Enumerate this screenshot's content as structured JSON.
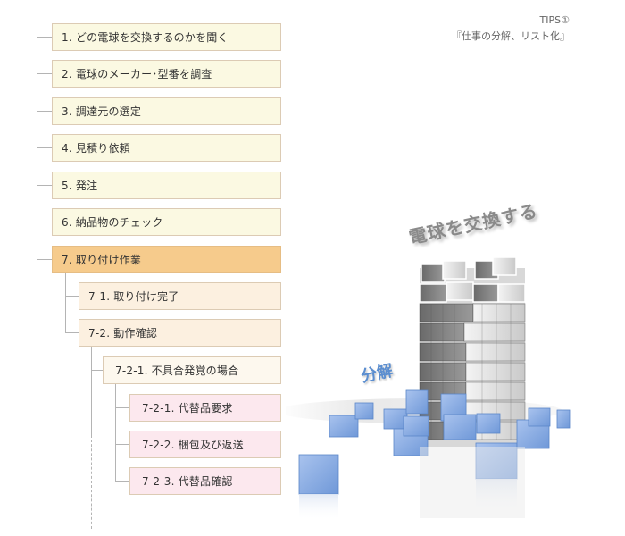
{
  "tips": {
    "label": "TIPS①",
    "subtitle": "『仕事の分解、リスト化』"
  },
  "tree": {
    "level1": [
      {
        "label": "1. どの電球を交換するのかを聞く"
      },
      {
        "label": "2. 電球のメーカー･型番を調査"
      },
      {
        "label": "3. 調達元の選定"
      },
      {
        "label": "4. 見積り依頼"
      },
      {
        "label": "5. 発注"
      },
      {
        "label": "6. 納品物のチェック"
      },
      {
        "label": "7. 取り付け作業",
        "active": true
      }
    ],
    "level2": [
      {
        "label": "7-1. 取り付け完了"
      },
      {
        "label": "7-2. 動作確認"
      }
    ],
    "level3": [
      {
        "label": "7-2-1. 不具合発覚の場合"
      }
    ],
    "level4": [
      {
        "label": "7-2-1. 代替品要求"
      },
      {
        "label": "7-2-2. 梱包及び返送"
      },
      {
        "label": "7-2-3. 代替品確認"
      }
    ]
  },
  "illustration": {
    "title": "電球を交換する",
    "caption": "分解"
  },
  "colors": {
    "level1_bg": "#fbf9e2",
    "level1_active_bg": "#f6cb8c",
    "level2_bg": "#fcf0e0",
    "level3_bg": "#fdf8ee",
    "level4_bg": "#fce8ee",
    "border": "#dccbb4",
    "connector": "#b4b4b4"
  }
}
